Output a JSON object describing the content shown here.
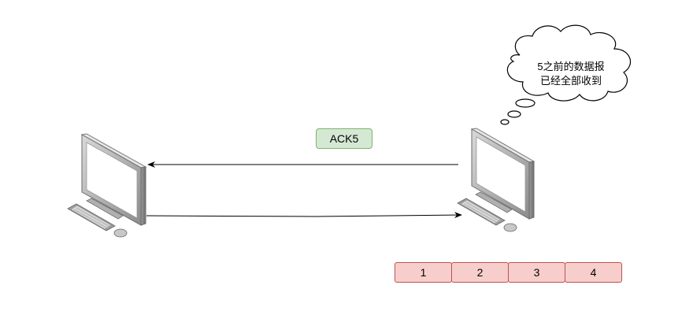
{
  "ack_label": "ACK5",
  "thought": {
    "line1": "5之前的数据报",
    "line2": "已经全部收到"
  },
  "packets": [
    {
      "label": "1"
    },
    {
      "label": "2"
    },
    {
      "label": "3"
    },
    {
      "label": "4"
    }
  ],
  "colors": {
    "ack_fill": "#d5e8d4",
    "ack_stroke": "#82b366",
    "packet_fill": "#f8cecc",
    "packet_stroke": "#b85450"
  }
}
